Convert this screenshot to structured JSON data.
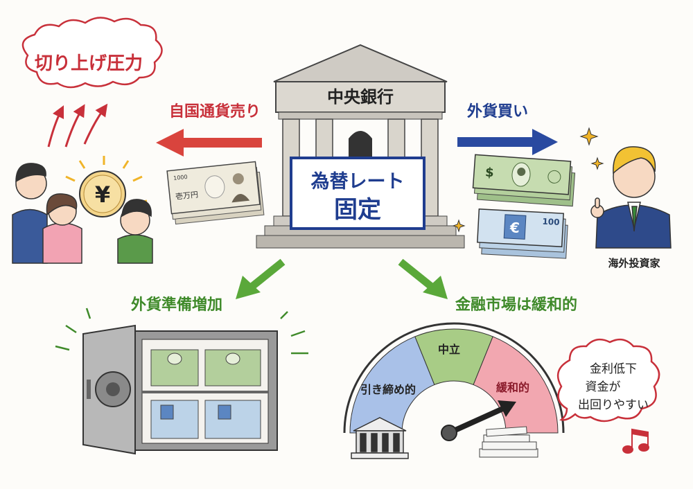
{
  "colors": {
    "red": "#c8303a",
    "blue": "#1f3d8f",
    "green": "#3f8a2a",
    "gauge_tight": "#a9c1e8",
    "gauge_neutral": "#a8cc86",
    "gauge_easy": "#f2a7b0",
    "ink": "#222222"
  },
  "top_left": {
    "cloud_text": "切り上げ圧力",
    "sell_label": "自国通貨売り",
    "coin_symbol": "¥",
    "yen_bill_denomination": "壱万円",
    "yen_bill_number": "1000"
  },
  "central_bank": {
    "title": "中央銀行",
    "sign_line1": "為替レート",
    "sign_line2": "固定"
  },
  "top_right": {
    "buy_label": "外貨買い",
    "dollar_symbol": "$",
    "euro_symbol": "€",
    "euro_value": "100",
    "investor_label": "海外投資家"
  },
  "bottom_left": {
    "title": "外貨準備増加"
  },
  "bottom_right": {
    "title": "金融市場は緩和的",
    "gauge": {
      "segments": [
        "引き締め的",
        "中立",
        "緩和的"
      ],
      "needle_position": "緩和的"
    },
    "bubble_lines": [
      "金利低下",
      "資金が",
      "出回りやすい"
    ]
  }
}
